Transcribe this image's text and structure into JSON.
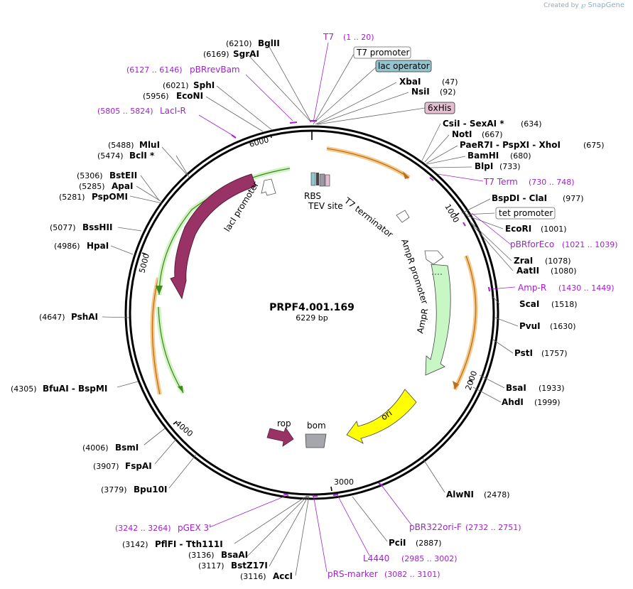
{
  "brand": {
    "created_by": "Created by",
    "name": "SnapGene"
  },
  "plasmid": {
    "name": "PRPF4.001.169",
    "length_label": "6229 bp"
  },
  "ticks": [
    "1000",
    "2000",
    "3000",
    "4000",
    "5000",
    "6000"
  ],
  "features": [
    {
      "name": "RBS",
      "type": "regulatory"
    },
    {
      "name": "TEV site",
      "type": "misc"
    },
    {
      "name": "T7 terminator",
      "type": "terminator"
    },
    {
      "name": "AmpR promoter",
      "type": "promoter"
    },
    {
      "name": "AmpR",
      "type": "cds",
      "color": "#c8f7c5"
    },
    {
      "name": "ori",
      "type": "rep_origin",
      "color": "#ffff00"
    },
    {
      "name": "rop",
      "type": "cds",
      "color": "#993366"
    },
    {
      "name": "bom",
      "type": "misc",
      "color": "#a6a6ad"
    },
    {
      "name": "lacI",
      "type": "cds",
      "color": "#993366"
    },
    {
      "name": "lacI promoter",
      "type": "promoter"
    }
  ],
  "boxed_features": [
    {
      "name": "T7 promoter",
      "bg": "#ffffff"
    },
    {
      "name": "lac operator",
      "bg": "#92c5d0"
    },
    {
      "name": "6xHis",
      "bg": "#e4bfd1"
    },
    {
      "name": "tet promoter",
      "bg": "#ffffff"
    }
  ],
  "enzymes": [
    {
      "pos": "(6210)",
      "name": "BglII"
    },
    {
      "pos": "(6169)",
      "name": "SgrAI"
    },
    {
      "pos": "(6021)",
      "name": "SphI"
    },
    {
      "pos": "(5956)",
      "name": "EcoNI"
    },
    {
      "pos": "(47)",
      "name": "XbaI"
    },
    {
      "pos": "(92)",
      "name": "NsiI"
    },
    {
      "name": "CsiI  - SexAI *",
      "pos": "(634)"
    },
    {
      "name": "NotI",
      "pos": "(667)"
    },
    {
      "name": "PaeR7I  - PspXI  - XhoI",
      "pos": "(675)"
    },
    {
      "name": "BamHI",
      "pos": "(680)"
    },
    {
      "name": "BlpI",
      "pos": "(733)"
    },
    {
      "name": "BspDI  - ClaI",
      "pos": "(977)"
    },
    {
      "name": "EcoRI",
      "pos": "(1001)"
    },
    {
      "name": "ZraI",
      "pos": "(1078)"
    },
    {
      "name": "AatII",
      "pos": "(1080)"
    },
    {
      "name": "ScaI",
      "pos": "(1518)"
    },
    {
      "name": "PvuI",
      "pos": "(1630)"
    },
    {
      "name": "PstI",
      "pos": "(1757)"
    },
    {
      "name": "BsaI",
      "pos": "(1933)"
    },
    {
      "name": "AhdI",
      "pos": "(1999)"
    },
    {
      "name": "AlwNI",
      "pos": "(2478)"
    },
    {
      "name": "PciI",
      "pos": "(2887)"
    },
    {
      "pos": "(5488)",
      "name": "MluI"
    },
    {
      "pos": "(5474)",
      "name": "BclI *"
    },
    {
      "pos": "(5306)",
      "name": "BstEII"
    },
    {
      "pos": "(5285)",
      "name": "ApaI"
    },
    {
      "pos": "(5281)",
      "name": "PspOMI"
    },
    {
      "pos": "(5077)",
      "name": "BssHII"
    },
    {
      "pos": "(4986)",
      "name": "HpaI"
    },
    {
      "pos": "(4647)",
      "name": "PshAI"
    },
    {
      "pos": "(4305)",
      "name": "BfuAI  - BspMI"
    },
    {
      "pos": "(4006)",
      "name": "BsmI"
    },
    {
      "pos": "(3907)",
      "name": "FspAI"
    },
    {
      "pos": "(3779)",
      "name": "Bpu10I"
    },
    {
      "pos": "(3142)",
      "name": "PflFI  - Tth111I"
    },
    {
      "pos": "(3136)",
      "name": "BsaAI"
    },
    {
      "pos": "(3117)",
      "name": "BstZ17I"
    },
    {
      "pos": "(3116)",
      "name": "AccI"
    }
  ],
  "primers": [
    {
      "name": "T7",
      "range": "(1 .. 20)"
    },
    {
      "range": "(6127 .. 6146)",
      "name": "pBRrevBam"
    },
    {
      "range": "(5805 .. 5824)",
      "name": "LacI-R"
    },
    {
      "name": "T7 Term",
      "range": "(730 .. 748)"
    },
    {
      "name": "pBRforEco",
      "range": "(1021 .. 1039)"
    },
    {
      "name": "Amp-R",
      "range": "(1430 .. 1449)"
    },
    {
      "name": "pBR322ori-F",
      "range": "(2732 .. 2751)"
    },
    {
      "name": "L4440",
      "range": "(2985 .. 3002)"
    },
    {
      "name": "pRS-marker",
      "range": "(3082 .. 3101)"
    },
    {
      "range": "(3242 .. 3264)",
      "name": "pGEX 3'"
    }
  ]
}
